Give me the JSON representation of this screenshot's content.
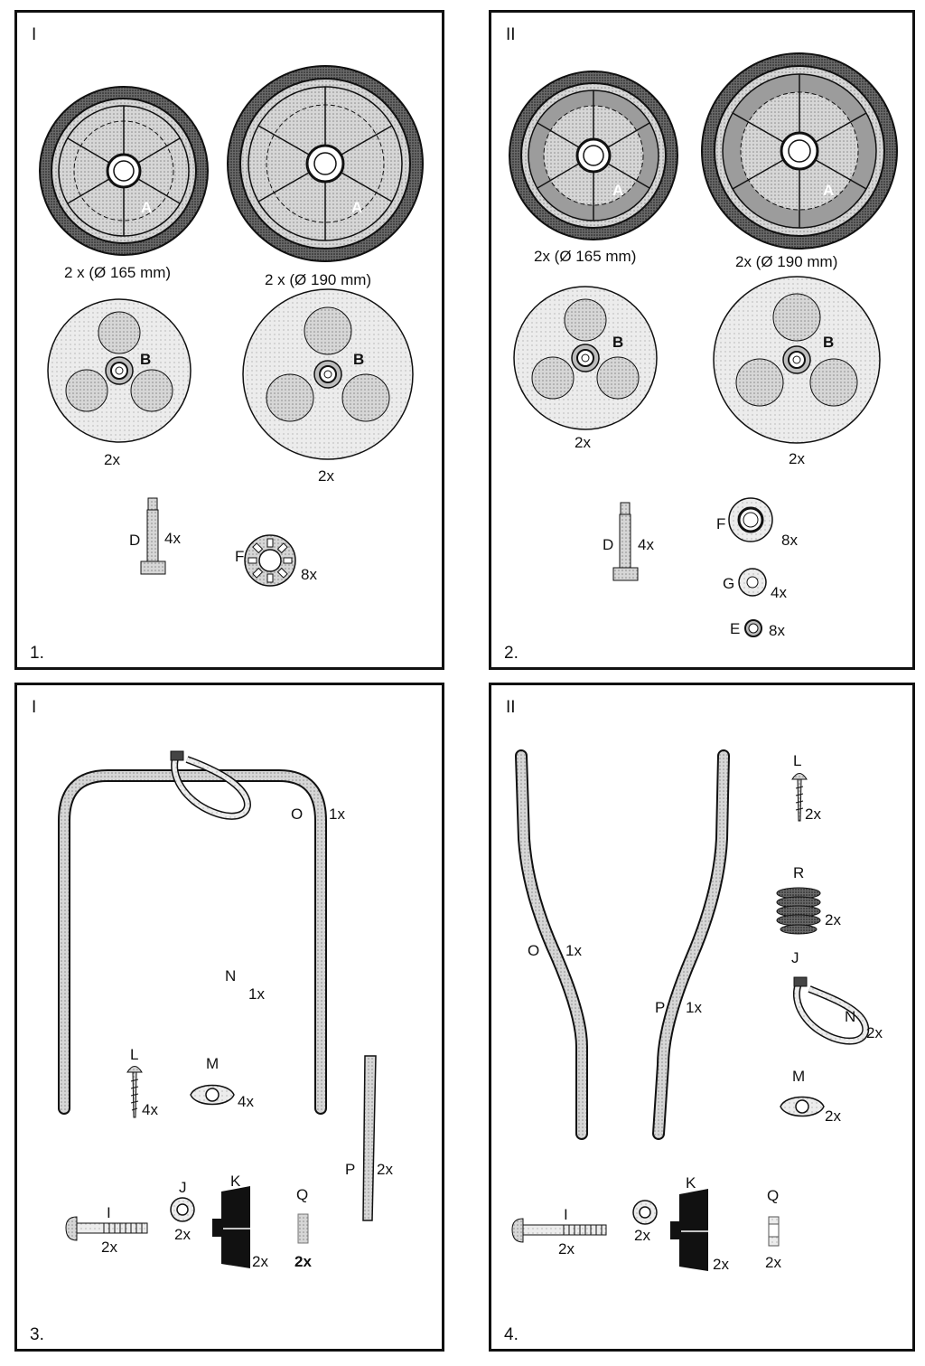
{
  "panels": {
    "p1": {
      "roman": "I",
      "number": "1.",
      "wheel_small": "2 x (Ø 165 mm)",
      "wheel_large": "2 x (Ø 190 mm)",
      "hub_label": "A",
      "disc_label": "B",
      "disc_small_qty": "2x",
      "disc_large_qty": "2x",
      "d_label": "D",
      "d_qty": "4x",
      "f_label": "F",
      "f_qty": "8x"
    },
    "p2": {
      "roman": "II",
      "number": "2.",
      "wheel_small": "2x (Ø 165 mm)",
      "wheel_large": "2x (Ø 190 mm)",
      "hub_label": "A",
      "disc_label": "B",
      "disc_small_qty": "2x",
      "disc_large_qty": "2x",
      "d_label": "D",
      "d_qty": "4x",
      "f_label": "F",
      "f_qty": "8x",
      "g_label": "G",
      "g_qty": "4x",
      "e_label": "E",
      "e_qty": "8x"
    },
    "p3": {
      "roman": "I",
      "number": "3.",
      "o_label": "O",
      "o_qty": "1x",
      "n_label": "N",
      "n_qty": "1x",
      "l_label": "L",
      "l_qty": "4x",
      "m_label": "M",
      "m_qty": "4x",
      "p_label": "P",
      "p_qty": "2x",
      "i_label": "I",
      "i_qty": "2x",
      "j_label": "J",
      "j_qty": "2x",
      "k_label": "K",
      "k_qty": "2x",
      "q_label": "Q",
      "q_qty": "2x"
    },
    "p4": {
      "roman": "II",
      "number": "4.",
      "o_label": "O",
      "o_qty": "1x",
      "p_label": "P",
      "p_qty": "1x",
      "l_label": "L",
      "l_qty": "2x",
      "r_label": "R",
      "r_qty": "2x",
      "j_label": "J",
      "n_label": "N",
      "n_qty": "2x",
      "m_label": "M",
      "m_qty": "2x",
      "i_label": "I",
      "i_qty": "2x",
      "j2_qty": "2x",
      "k_label": "K",
      "k_qty": "2x",
      "q_label": "Q",
      "q_qty": "2x"
    }
  }
}
